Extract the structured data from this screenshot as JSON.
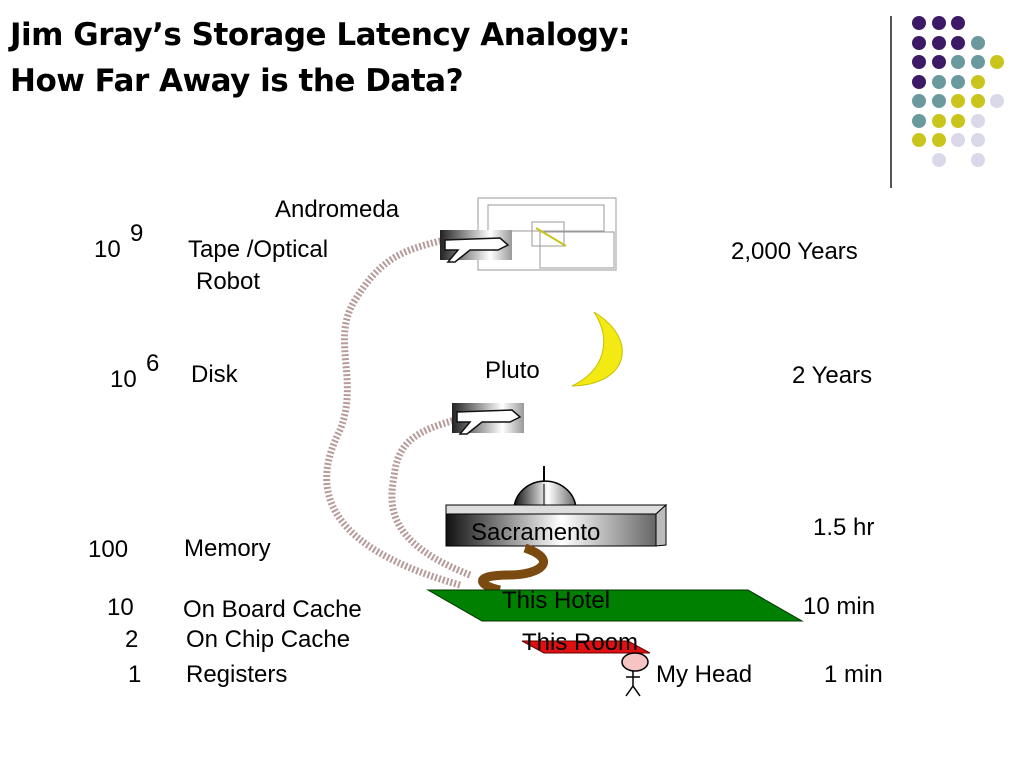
{
  "title": {
    "line1": "Jim Gray’s Storage Latency Analogy:",
    "line2": "How Far Away is the Data?"
  },
  "decor": {
    "dot_colors": [
      "#3d1a66",
      "#6a9a9e",
      "#c9c51d",
      "#d9d9ea"
    ]
  },
  "levels": {
    "tape": {
      "base": "10",
      "exp": "9",
      "name_line1": "Tape /Optical",
      "name_line2": "Robot",
      "place": "Andromeda",
      "time": "2,000 Years"
    },
    "disk": {
      "base": "10",
      "exp": "6",
      "name": "Disk",
      "place": "Pluto",
      "time": "2 Years"
    },
    "memory": {
      "count": "100",
      "name": "Memory",
      "place": "Sacramento",
      "time": "1.5 hr"
    },
    "board_cache": {
      "count": "10",
      "name": "On Board  Cache",
      "place": "This Hotel",
      "time": "10 min"
    },
    "chip_cache": {
      "count": "2",
      "name": "On Chip Cache",
      "place": "This Room"
    },
    "registers": {
      "count": "1",
      "name": "Registers",
      "place": "My Head",
      "time": "1 min"
    }
  }
}
